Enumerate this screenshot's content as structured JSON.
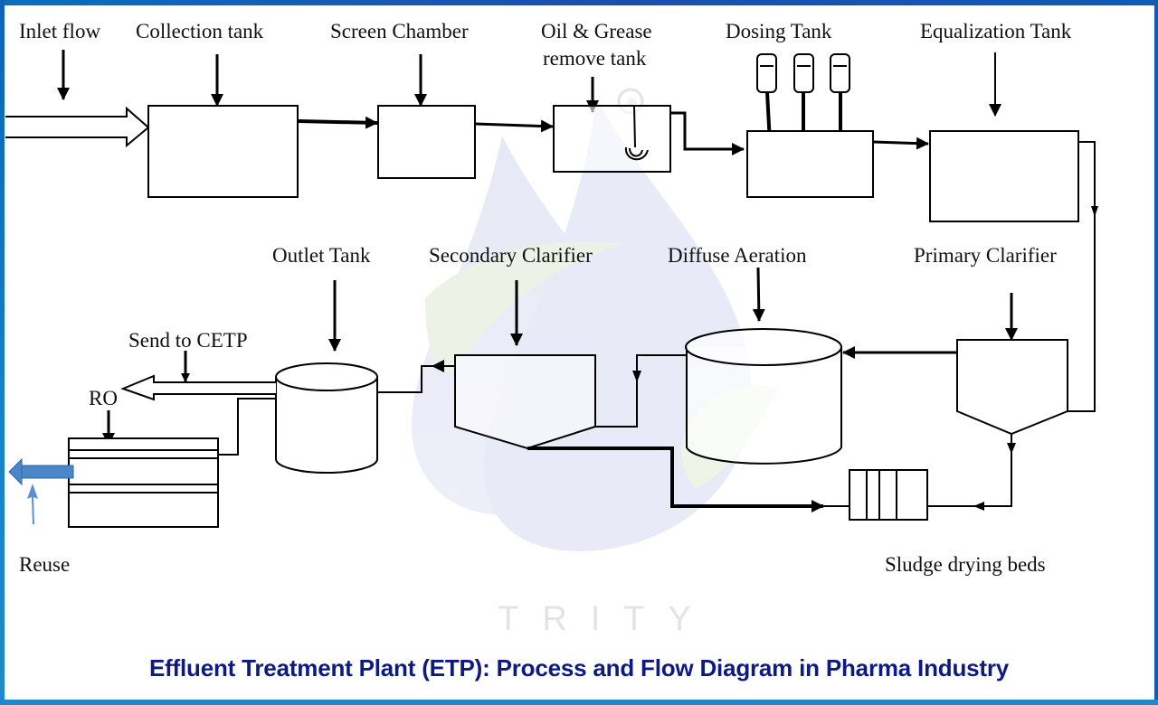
{
  "diagram": {
    "title": "Effluent Treatment Plant (ETP): Process and Flow Diagram in Pharma Industry",
    "watermark": {
      "brand": "TRITY",
      "registered_mark": "®"
    },
    "colors": {
      "border": "#1a4fae",
      "caption": "#0d1a82",
      "reuse_arrow": "#4a86c8",
      "line": "#000000"
    },
    "labels": {
      "inlet_flow": "Inlet flow",
      "collection_tank": "Collection tank",
      "screen_chamber": "Screen Chamber",
      "oil_grease_line1": "Oil & Grease",
      "oil_grease_line2": "remove tank",
      "dosing_tank": "Dosing Tank",
      "equalization_tank": "Equalization Tank",
      "outlet_tank": "Outlet Tank",
      "secondary_clarifier": "Secondary Clarifier",
      "diffuse_aeration": "Diffuse Aeration",
      "primary_clarifier": "Primary Clarifier",
      "send_to_cetp": "Send to CETP",
      "ro": "RO",
      "reuse": "Reuse",
      "sludge_drying_beds": "Sludge drying beds"
    },
    "flow": [
      "Inlet flow",
      "Collection tank",
      "Screen Chamber",
      "Oil & Grease remove tank",
      "Dosing Tank",
      "Equalization Tank",
      "Primary Clarifier",
      "Diffuse Aeration",
      "Secondary Clarifier",
      "Outlet Tank",
      "RO",
      "Reuse"
    ],
    "branches": [
      "Outlet Tank → Send to CETP",
      "Primary Clarifier → Sludge drying beds",
      "Secondary Clarifier → Sludge drying beds"
    ]
  }
}
